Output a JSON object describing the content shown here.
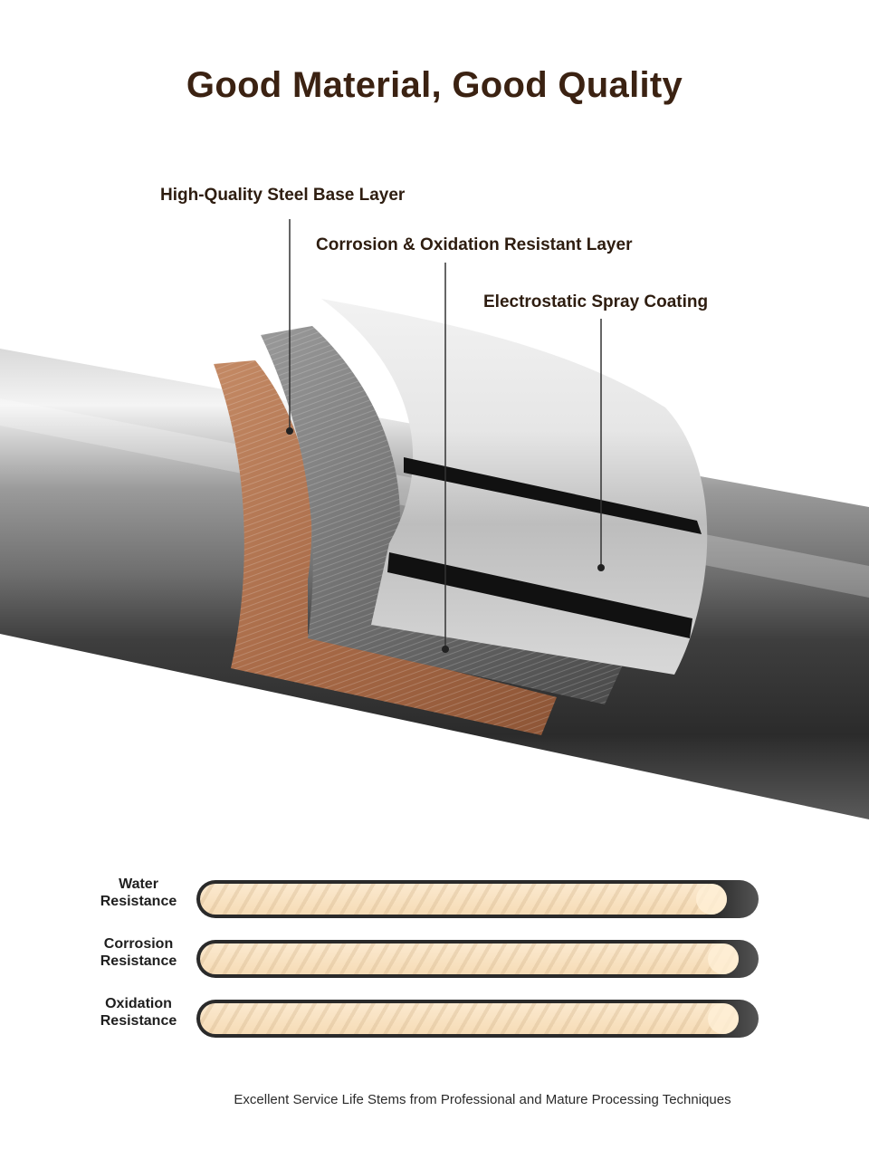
{
  "title": "Good Material, Good Quality",
  "callouts": {
    "steel_base": "High-Quality Steel Base Layer",
    "corrosion_layer": "Corrosion & Oxidation Resistant Layer",
    "spray_coating": "Electrostatic Spray Coating"
  },
  "resistance_bars": [
    {
      "label": "Water Resistance",
      "level": 0.95
    },
    {
      "label": "Corrosion Resistance",
      "level": 0.97
    },
    {
      "label": "Oxidation Resistance",
      "level": 0.97
    }
  ],
  "footer": "Excellent Service Life Stems from Professional and Mature Processing Techniques",
  "colors": {
    "title": "#3b2212",
    "copper_layer": "#a86a47",
    "steel_layer": "#7a7a7a",
    "bar_fill": "#f7dfbb",
    "bar_track": "#2a2a2a"
  }
}
